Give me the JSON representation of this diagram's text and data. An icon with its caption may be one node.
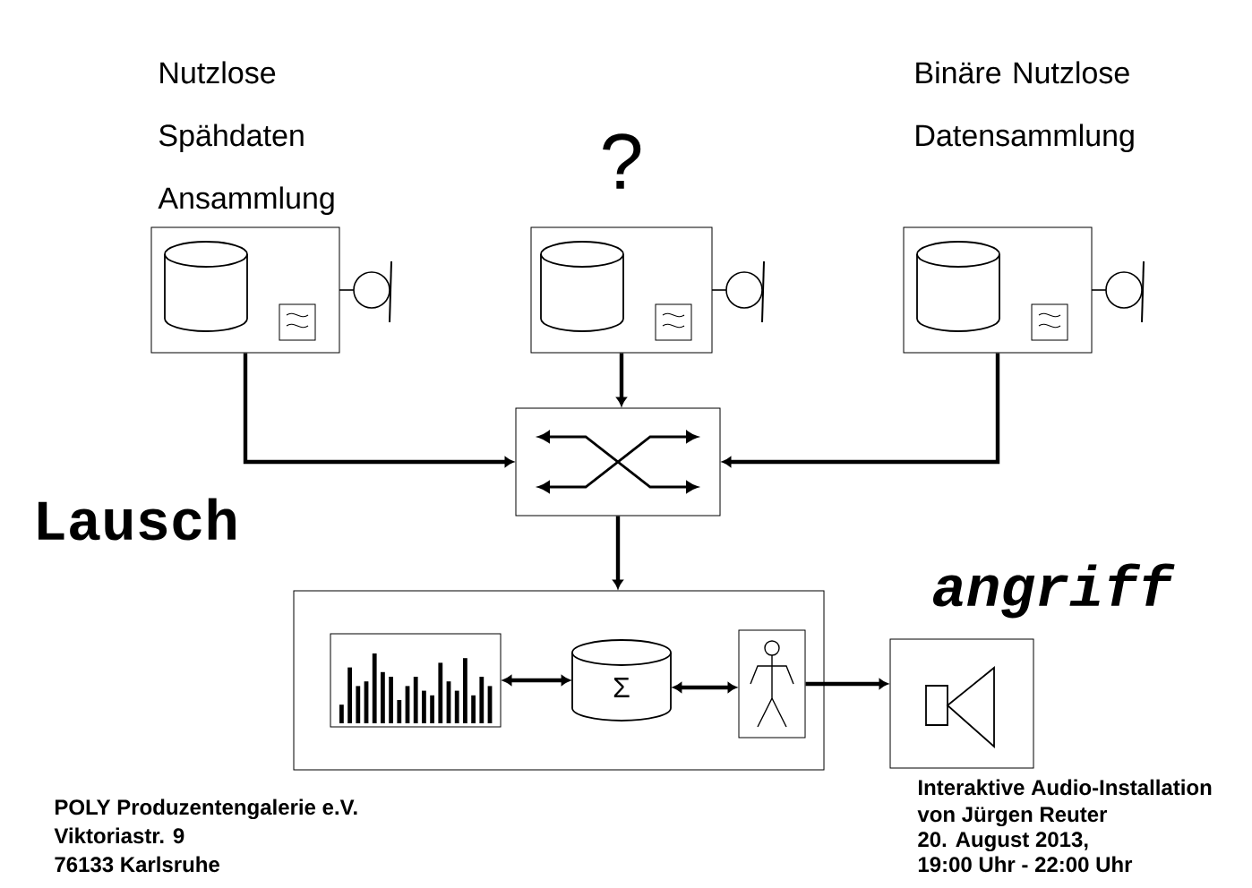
{
  "diagram": {
    "nodes": [
      {
        "text": [
          "Nutzlose Spähdaten Ansammlung"
        ]
      },
      {
        "text": [
          "?"
        ]
      },
      {
        "text": [
          "Binäre Nutzlose Datensammlung"
        ]
      },
      {
        "text": [],
        "shape": "box"
      },
      {
        "text": [],
        "shape": "box"
      },
      {
        "text": [],
        "shape": "picture",
        "in": 4
      },
      {
        "text": [
          "Σ"
        ],
        "in": 4
      },
      {
        "text": [],
        "shape": "person",
        "in": 4
      },
      {
        "text": [],
        "shape": "box"
      }
    ],
    "edges": [
      {
        "from": 0,
        "to": 3,
        "arrow": "to"
      },
      {
        "from": 1,
        "to": 3,
        "arrow": "to"
      },
      {
        "from": 2,
        "to": 3,
        "arrow": "to"
      },
      {
        "from": 3,
        "to": 4,
        "arrow": "to"
      },
      {
        "from": 5,
        "to": 6,
        "arrow": "both"
      },
      {
        "from": 6,
        "to": 7,
        "arrow": "both"
      },
      {
        "from": 7,
        "to": 8,
        "arrow": "to"
      }
    ],
    "labels": [
      "Lausch",
      "angriff",
      "POLY Produzentengalerie e.V.",
      "Viktoriastr. 9",
      "76133 Karlsruhe",
      "Interaktive Audio-Installation",
      "von Jürgen Reuter",
      "20. August 2013,",
      "19:00 Uhr - 22:00 Uhr"
    ]
  }
}
